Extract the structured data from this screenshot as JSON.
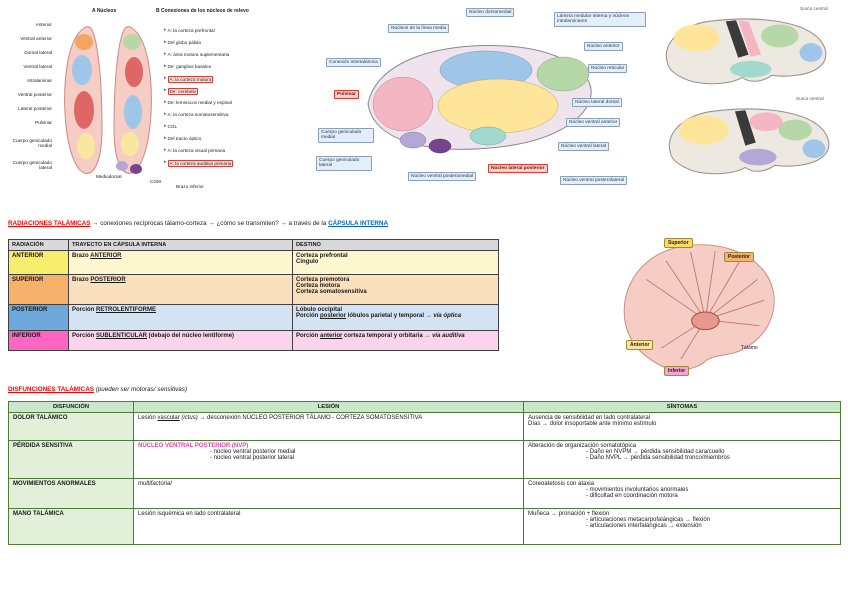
{
  "colors": {
    "accent_red": "#FF0000",
    "hl_red": "#E03A2F",
    "link_blue": "#0563C1",
    "t1_border": "#404040",
    "t1_header_bg": "#D9D9D9",
    "row_anterior_bg": "#F7EE6E",
    "row_anterior_light": "#FCF7CE",
    "row_superior_bg": "#F6B26B",
    "row_superior_light": "#FBE0BE",
    "row_posterior_bg": "#6FA8DC",
    "row_posterior_light": "#D3E3F4",
    "row_inferior_bg": "#FF66C4",
    "row_inferior_light": "#FAD4ED",
    "t2_border": "#4E7B3A",
    "t2_header_bg": "#C9E7C9",
    "t2_col1_bg": "#E2F0DA",
    "nvp_pink": "#E83EA0",
    "chip_superior": "#FFD966",
    "chip_posterior": "#F6B26B",
    "chip_anterior": "#FFE599",
    "chip_inferior": "#F4A6D7"
  },
  "figures": {
    "nuclei": {
      "title_a": "A  Núcleos",
      "title_b": "B  Conexiones de los núcleos de relevo",
      "arrow": "▸",
      "left_labels": [
        "Anterior",
        "Ventral anterior",
        "Dorsal lateral",
        "Ventral lateral",
        "Intralaminar",
        "Ventral posterior",
        "Lateral posterior",
        "Pulvinar",
        "Cuerpo geniculado medial",
        "Cuerpo geniculado lateral"
      ],
      "right_labels": [
        {
          "text": "A: la corteza prefrontal",
          "hl": false
        },
        {
          "text": "Del globo pálido",
          "hl": false
        },
        {
          "text": "A: área motora suplementaria",
          "hl": false
        },
        {
          "text": "De: ganglios basales",
          "hl": false
        },
        {
          "text": "A: la corteza motora",
          "hl": true
        },
        {
          "text": "De: cerebelo",
          "hl": true
        },
        {
          "text": "De: lemniscos medial y espinal",
          "hl": false
        },
        {
          "text": "A: la corteza somatosensitiva",
          "hl": false
        },
        {
          "text": "CGL",
          "hl": false
        },
        {
          "text": "Del tracto óptico",
          "hl": false
        },
        {
          "text": "A: la corteza visual primaria",
          "hl": false
        },
        {
          "text": "A: la corteza auditiva primaria",
          "hl": true
        }
      ],
      "bottom_labels": [
        "Mediodorsal",
        "CGM",
        "Brazo inferior"
      ]
    },
    "thalamus3d": {
      "labels": [
        {
          "text": "Núcleo dorsomedial",
          "hl": false
        },
        {
          "text": "Núcleos de la línea media",
          "hl": false
        },
        {
          "text": "Lámina medular interna y núcleos intralaminares",
          "hl": false
        },
        {
          "text": "Núcleo anterior",
          "hl": false
        },
        {
          "text": "Conexión intertalámica",
          "hl": false
        },
        {
          "text": "Núcleo reticular",
          "hl": false
        },
        {
          "text": "Pulvinar",
          "hl": true
        },
        {
          "text": "Núcleo lateral dorsal",
          "hl": false
        },
        {
          "text": "Núcleo ventral anterior",
          "hl": false
        },
        {
          "text": "Cuerpo geniculado medial",
          "hl": false
        },
        {
          "text": "Núcleo ventral lateral",
          "hl": false
        },
        {
          "text": "Cuerpo geniculado lateral",
          "hl": false
        },
        {
          "text": "Núcleo ventral posteromedial",
          "hl": false
        },
        {
          "text": "Núcleo lateral posterior",
          "hl": true
        },
        {
          "text": "Núcleo ventral posterolateral",
          "hl": false
        }
      ]
    },
    "cortex": {
      "labels": [
        "Surco central",
        "Surco central"
      ]
    },
    "radiations": {
      "labels": [
        "Superior",
        "Posterior",
        "Anterior",
        "Inferior",
        "Tálamo"
      ]
    }
  },
  "radiaciones": {
    "heading": "RADIACIONES TALÁMICAS",
    "intro": " → conexiones recíprocas tálamo-corteza → ¿cómo se transmiten? → a través de la ",
    "link": "CÁPSULA INTERNA",
    "table": {
      "headers": [
        "RADIACIÓN",
        "TRAYECTO EN CÁPSULA INTERNA",
        "DESTINO"
      ],
      "rows": [
        {
          "name": "ANTERIOR",
          "tray_pre": "Brazo ",
          "tray_u": "ANTERIOR",
          "tray_post": "",
          "destino": [
            "Corteza prefrontal",
            "Cíngulo"
          ]
        },
        {
          "name": "SUPERIOR",
          "tray_pre": "Brazo ",
          "tray_u": "POSTERIOR",
          "tray_post": "",
          "destino": [
            "Corteza premotora",
            "Corteza motora",
            "Corteza somatosensitiva"
          ]
        },
        {
          "name": "POSTERIOR",
          "tray_pre": "Porción ",
          "tray_u": "RETROLENTIFORME",
          "tray_post": "",
          "d_line1": "Lóbulo occipital",
          "d_pre": "Porción ",
          "d_u": "posterior",
          "d_mid": " lóbulos parietal y temporal → ",
          "d_it": "vía óptica"
        },
        {
          "name": "INFERIOR",
          "tray_pre": "Porción ",
          "tray_u": "SUBLENTICULAR",
          "tray_post": " (debajo del núcleo lentiforme)",
          "d_pre": "Porción ",
          "d_u": "anterior",
          "d_mid": " corteza temporal y orbitaria → ",
          "d_it": "vía auditiva"
        }
      ]
    }
  },
  "disfunciones": {
    "heading": "DISFUNCIONES TALÁMICAS",
    "note": " (pueden ser motoras/ sensitivas)",
    "table": {
      "headers": [
        "DISFUNCIÓN",
        "LESIÓN",
        "SÍNTOMAS"
      ],
      "rows": [
        {
          "name": "DOLOR TALÁMICO",
          "l_pre": "Lesión ",
          "l_u": "vascular",
          "l_it": " (ictus)",
          "l_post": " → desconexión NÚCLEO POSTERIOR TÁLAMO - CORTEZA SOMATOSENSITIVA",
          "s_lines": [
            "Ausencia de sensibilidad en lado contralateral",
            "Días → dolor insoportable ante mínimo estímulo"
          ]
        },
        {
          "name": "PÉRDIDA SENSITIVA",
          "l_title": "NÚCLEO VENTRAL POSTERIOR (NVP)",
          "l_bullets": [
            "-    núcleo ventral posterior medial",
            "-    núcleo ventral posterior lateral"
          ],
          "s_title": "Alteración de organización somatotópica",
          "s_bullets": [
            "-    Daño en NVPM → pérdida sensibilidad cara/cuello",
            "-    Daño NVPL → pérdida sensibilidad tronco/miembros"
          ]
        },
        {
          "name": "MOVIMIENTOS ANORMALES",
          "l_italic": "multifactorial",
          "s_title": "Coreoatetosis con ataxia",
          "s_bullets": [
            "-    movimientos involuntarios anormales",
            "-    dificultad en coordinación motora"
          ]
        },
        {
          "name": "MANO TALÁMICA",
          "l_plain": "Lesión isquémica en lado contralateral",
          "s_title": "Muñeca → pronación + flexión",
          "s_bullets": [
            "-    articulaciones metacarpofalángicas → flexión",
            "-    articulaciones interfalángicas → extensión"
          ]
        }
      ]
    }
  }
}
